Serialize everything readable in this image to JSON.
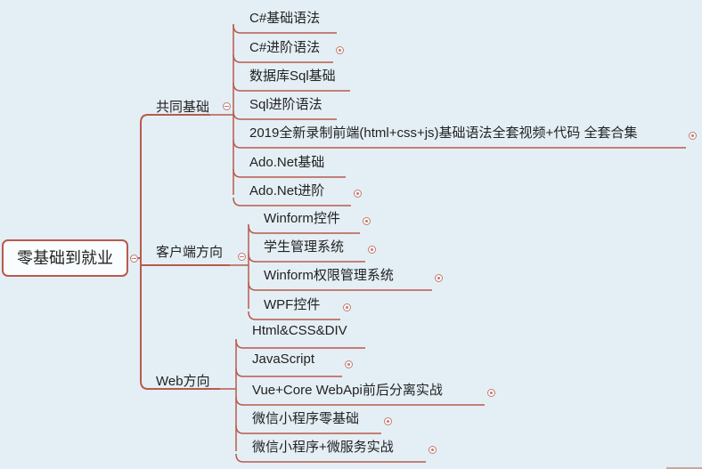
{
  "root": {
    "label": "零基础到就业"
  },
  "branches": [
    {
      "label": "共同基础",
      "children": [
        {
          "label": "C#基础语法",
          "has_children": false
        },
        {
          "label": "C#进阶语法",
          "has_children": true
        },
        {
          "label": "数据库Sql基础",
          "has_children": false
        },
        {
          "label": "Sql进阶语法",
          "has_children": false
        },
        {
          "label": "2019全新录制前端(html+css+js)基础语法全套视频+代码 全套合集",
          "has_children": true
        },
        {
          "label": "Ado.Net基础",
          "has_children": false
        },
        {
          "label": "Ado.Net进阶",
          "has_children": true
        }
      ]
    },
    {
      "label": "客户端方向",
      "children": [
        {
          "label": "Winform控件",
          "has_children": true
        },
        {
          "label": "学生管理系统",
          "has_children": true
        },
        {
          "label": "Winform权限管理系统",
          "has_children": true
        },
        {
          "label": "WPF控件",
          "has_children": true
        }
      ]
    },
    {
      "label": "Web方向",
      "children": [
        {
          "label": "Html&CSS&DIV",
          "has_children": false
        },
        {
          "label": "JavaScript",
          "has_children": true
        },
        {
          "label": "Vue+Core WebApi前后分离实战",
          "has_children": true
        },
        {
          "label": "微信小程序零基础",
          "has_children": true
        },
        {
          "label": "微信小程序+微服务实战",
          "has_children": true
        }
      ]
    }
  ],
  "colors": {
    "line": "#b85a4c",
    "background": "#e4eff5"
  }
}
